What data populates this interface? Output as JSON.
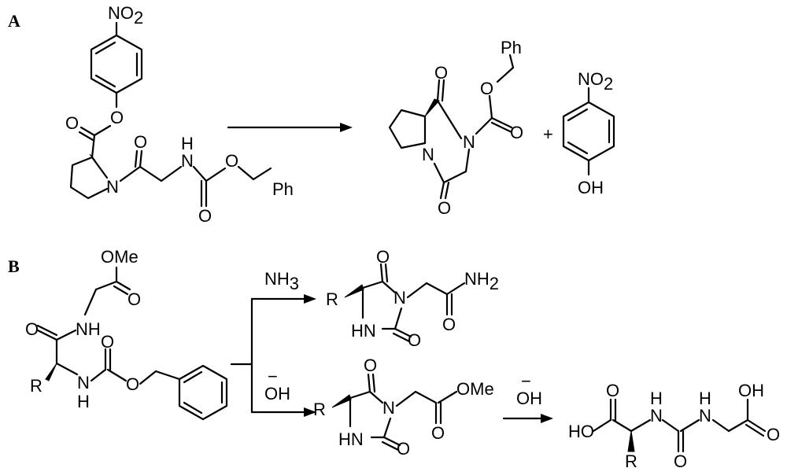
{
  "panels": {
    "a": "A",
    "b": "B"
  },
  "atoms": {
    "no2": "NO",
    "no2_sub": "2",
    "o": "O",
    "n": "N",
    "h": "H",
    "nh": "NH",
    "hn": "HN",
    "ph": "Ph",
    "oh": "OH",
    "ho": "HO",
    "ome": "OMe",
    "nh2": "NH",
    "nh2_sub": "2",
    "nh3": "NH",
    "nh3_sub": "3",
    "r": "R",
    "plus": "+",
    "hydroxide": "OH",
    "minus": "−"
  }
}
